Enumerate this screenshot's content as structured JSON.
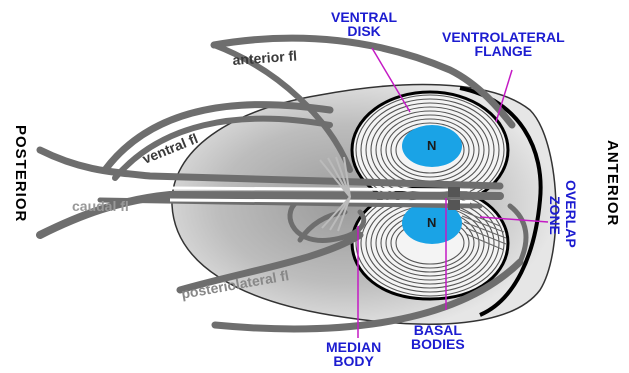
{
  "labels": {
    "ventral_disk": [
      "VENTRAL",
      "DISK"
    ],
    "ventrolateral_flange": [
      "VENTROLATERAL",
      "FLANGE"
    ],
    "overlap_zone": [
      "OVERLAP",
      "ZONE"
    ],
    "basal_bodies": [
      "BASAL",
      "BODIES"
    ],
    "median_body": [
      "MEDIAN",
      "BODY"
    ],
    "posterior": "POSTERIOR",
    "anterior": "ANTERIOR",
    "nucleus": "N"
  },
  "flagella": {
    "anterior": "anterior fl",
    "ventral": "ventral fl",
    "caudal": "caudal fl",
    "posteriolateral": "posteriolateral fl"
  },
  "colors": {
    "label_blue": "#1c1cd0",
    "nucleus": "#1aa3e6",
    "flagellum": "#6e6e6e",
    "cell_outline": "#222222"
  }
}
